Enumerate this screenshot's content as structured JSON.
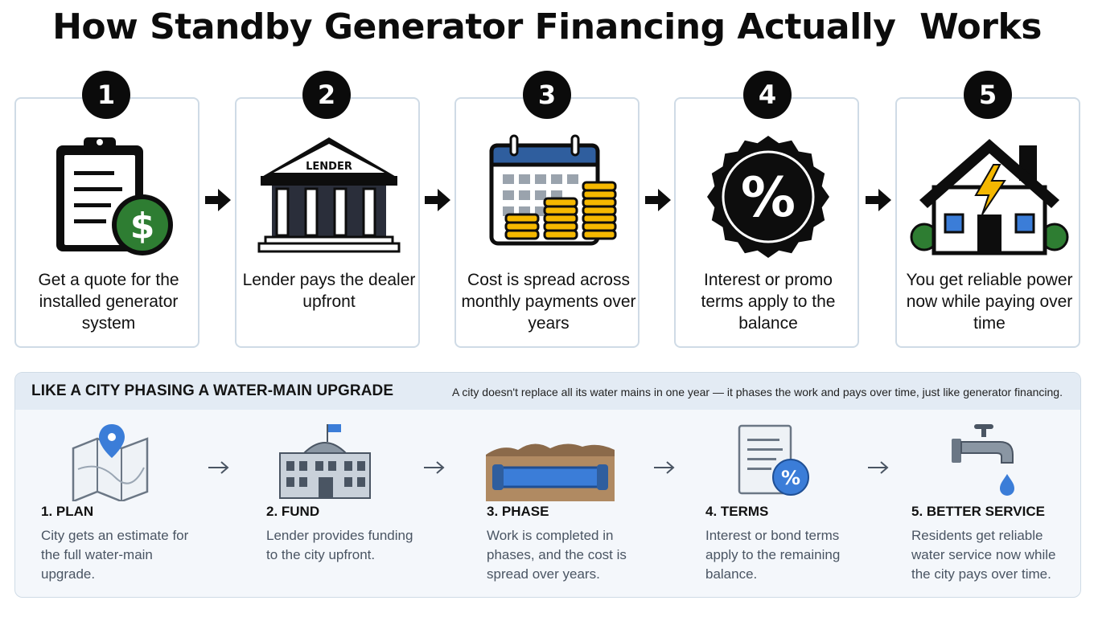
{
  "title": "How Standby Generator Financing Actually  Works",
  "steps": [
    {
      "number": "1",
      "icon": "clipboard-dollar-icon",
      "text": "Get a quote for the installed generator system"
    },
    {
      "number": "2",
      "icon": "bank-icon",
      "icon_label": "LENDER",
      "text": "Lender pays the dealer upfront"
    },
    {
      "number": "3",
      "icon": "calendar-coins-icon",
      "text": "Cost is spread across monthly payments over years"
    },
    {
      "number": "4",
      "icon": "percent-badge-icon",
      "text": "Interest or promo terms apply to the balance"
    },
    {
      "number": "5",
      "icon": "house-power-icon",
      "text": "You get reliable power now while paying over time"
    }
  ],
  "analogy": {
    "title": "LIKE A CITY PHASING A WATER-MAIN UPGRADE",
    "description": "A city doesn't replace all its water mains in one year — it phases the work and pays over time, just like generator financing.",
    "items": [
      {
        "title": "1. PLAN",
        "icon": "map-pin-icon",
        "text": "City gets an estimate for the full water-main upgrade."
      },
      {
        "title": "2. FUND",
        "icon": "city-hall-icon",
        "text": "Lender provides funding to the city upfront."
      },
      {
        "title": "3. PHASE",
        "icon": "pipe-icon",
        "text": "Work is completed in phases, and the cost is spread over years."
      },
      {
        "title": "4. TERMS",
        "icon": "document-percent-icon",
        "text": "Interest or bond terms apply to the remaining balance."
      },
      {
        "title": "5. BETTER SERVICE",
        "icon": "faucet-icon",
        "text": "Residents get reliable water service now while the city pays over time."
      }
    ]
  },
  "colors": {
    "card_border": "#cfdbe6",
    "dollar_green": "#2e7d32",
    "coin_gold": "#f5b800",
    "calendar_blue": "#2f5e9e",
    "bolt_yellow": "#f5b800",
    "panel_bg": "#f4f7fb",
    "accent_blue": "#3b7dd8"
  }
}
